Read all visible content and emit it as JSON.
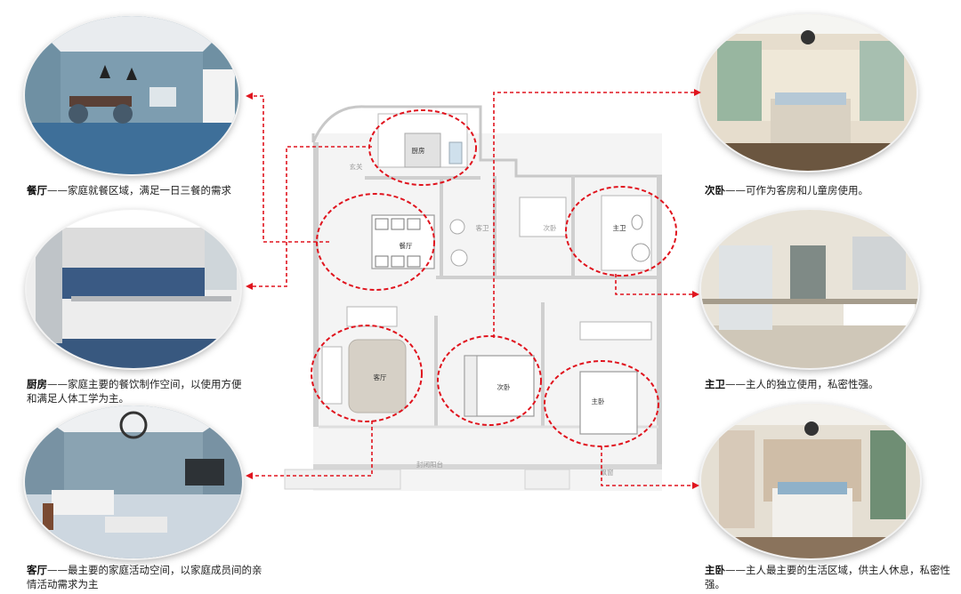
{
  "captions": {
    "dining": {
      "title": "餐厅",
      "text": "——家庭就餐区域，满足一日三餐的需求"
    },
    "kitchen": {
      "title": "厨房",
      "text": "——家庭主要的餐饮制作空间，以使用方便和满足人体工学为主。"
    },
    "living": {
      "title": "客厅",
      "text": "——最主要的家庭活动空间，以家庭成员间的亲情活动需求为主"
    },
    "second_bedroom": {
      "title": "次卧",
      "text": "——可作为客房和儿童房使用。"
    },
    "master_bath": {
      "title": "主卫",
      "text": "——主人的独立使用，私密性强。"
    },
    "master_bedroom": {
      "title": "主卧",
      "text": "——主人最主要的生活区域，供主人休息，私密性强。"
    }
  },
  "plan_labels": {
    "kitchen": "厨房",
    "entry": "玄关",
    "dining": "餐厅",
    "guest_bath": "客卫",
    "second_bedroom_a": "次卧",
    "master_bath": "主卫",
    "living": "客厅",
    "second_bedroom_b": "次卧",
    "master_bedroom": "主卧",
    "balcony": "封闭阳台",
    "window": "飘窗"
  },
  "colors": {
    "accent": "#e0141e",
    "wall": "#bdbdbd",
    "plan_bg": "#f4f4f4"
  }
}
